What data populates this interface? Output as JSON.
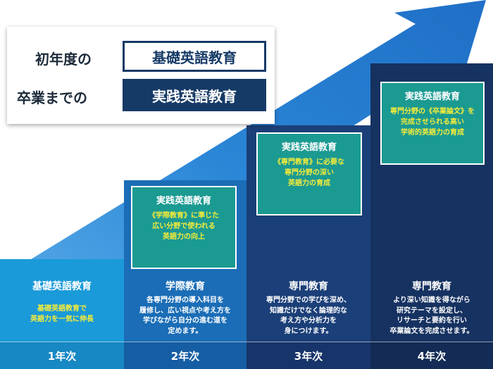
{
  "title": {
    "line1_text": "初年度の",
    "line1_tag": "基礎英語教育",
    "line2_text": "卒業までの",
    "line2_tag": "実践英語教育"
  },
  "columns": [
    {
      "heading": "基礎英語教育",
      "desc_lines": [
        "基礎英語教育で",
        "英語力を一気に伸長"
      ],
      "year": "1年次"
    },
    {
      "box_title": "実践英語教育",
      "box_lines": [
        "《学際教育》に準じた",
        "広い分野で使われる",
        "英語力の向上"
      ],
      "heading": "学際教育",
      "desc_lines": [
        "各専門分野の導入科目を",
        "履修し、広い視点や考え方を",
        "学びながら自分の進む道を",
        "定めます。"
      ],
      "year": "2年次"
    },
    {
      "box_title": "実践英語教育",
      "box_lines": [
        "《専門教育》に必要な",
        "専門分野の深い",
        "英語力の育成"
      ],
      "heading": "専門教育",
      "desc_lines": [
        "専門分野での学びを深め、",
        "知識だけでなく論理的な",
        "考え方や分析力を",
        "身につけます。"
      ],
      "year": "3年次"
    },
    {
      "box_title": "実践英語教育",
      "box_lines": [
        "専門分野の《卒業論文》を",
        "完成させられる高い",
        "学術的英語力の育成"
      ],
      "heading": "専門教育",
      "desc_lines": [
        "より深い知識を得ながら",
        "研究テーマを設定し、",
        "リサーチと要約を行い",
        "卒業論文を完成させます。"
      ],
      "year": "4年次"
    }
  ],
  "colors": {
    "arrow": "#2a7fd0",
    "col1": "#1a9ad8",
    "col2": "#1a6db6",
    "col3": "#1b3f78",
    "col4": "#163261",
    "green_box": "#1b9a92",
    "highlight": "#f4ec3a"
  }
}
